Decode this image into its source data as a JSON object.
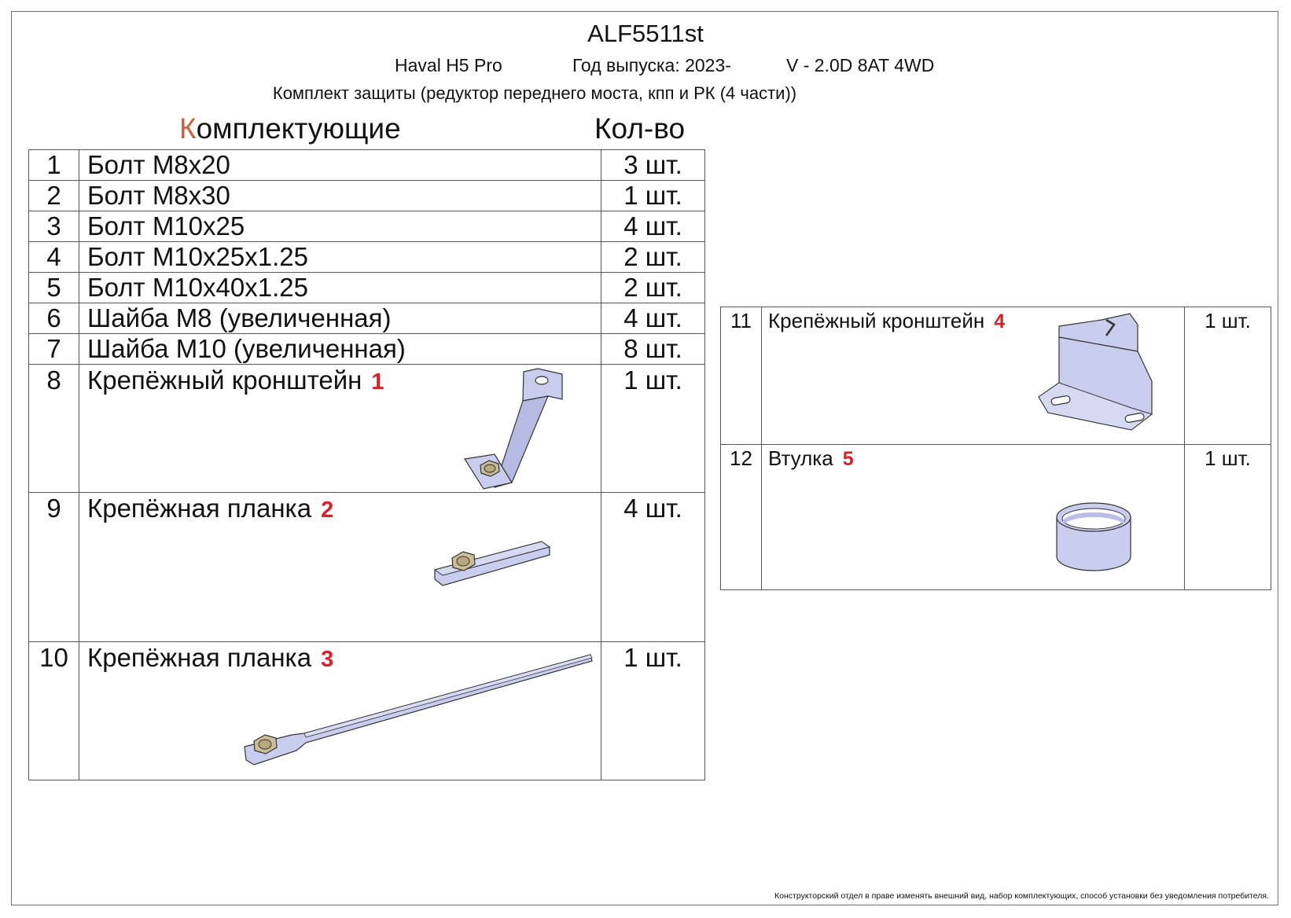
{
  "header": {
    "code": "ALF5511st",
    "model": "Haval H5 Pro",
    "year": "Год выпуска: 2023-",
    "engine": "V - 2.0D 8AT 4WD",
    "description": "Комплект защиты (редуктор переднего моста, кпп и РК (4 части))"
  },
  "columns": {
    "components_first_letter": "К",
    "components_rest": "омплектующие",
    "quantity": "Кол-во"
  },
  "items": [
    {
      "num": "1",
      "name": "Болт М8х20",
      "qty": "3 шт."
    },
    {
      "num": "2",
      "name": "Болт М8х30",
      "qty": "1 шт."
    },
    {
      "num": "3",
      "name": "Болт М10х25",
      "qty": "4 шт."
    },
    {
      "num": "4",
      "name": "Болт М10х25х1.25",
      "qty": "2 шт."
    },
    {
      "num": "5",
      "name": "Болт М10х40х1.25",
      "qty": "2 шт."
    },
    {
      "num": "6",
      "name": "Шайба М8 (увеличенная)",
      "qty": "4 шт."
    },
    {
      "num": "7",
      "name": "Шайба М10 (увеличенная)",
      "qty": "8 шт."
    },
    {
      "num": "8",
      "name": "Крепёжный кронштейн",
      "tag": "1",
      "qty": "1 шт."
    },
    {
      "num": "9",
      "name": "Крепёжная планка",
      "tag": "2",
      "qty": "4 шт."
    },
    {
      "num": "10",
      "name": "Крепёжная планка",
      "tag": "3",
      "qty": "1 шт."
    },
    {
      "num": "11",
      "name": "Крепёжный кронштейн",
      "tag": "4",
      "qty": "1 шт."
    },
    {
      "num": "12",
      "name": "Втулка",
      "tag": "5",
      "qty": "1 шт."
    }
  ],
  "footer": {
    "disclaimer": "Конструкторский отдел в праве изменять внешний вид, набор комплектующих, способ установки без уведомления потребителя."
  },
  "colors": {
    "part_fill": "#c9cdee",
    "nut_fill": "#cbbd98",
    "tag_red": "#d8202a",
    "heading_accent": "#c8623c"
  }
}
